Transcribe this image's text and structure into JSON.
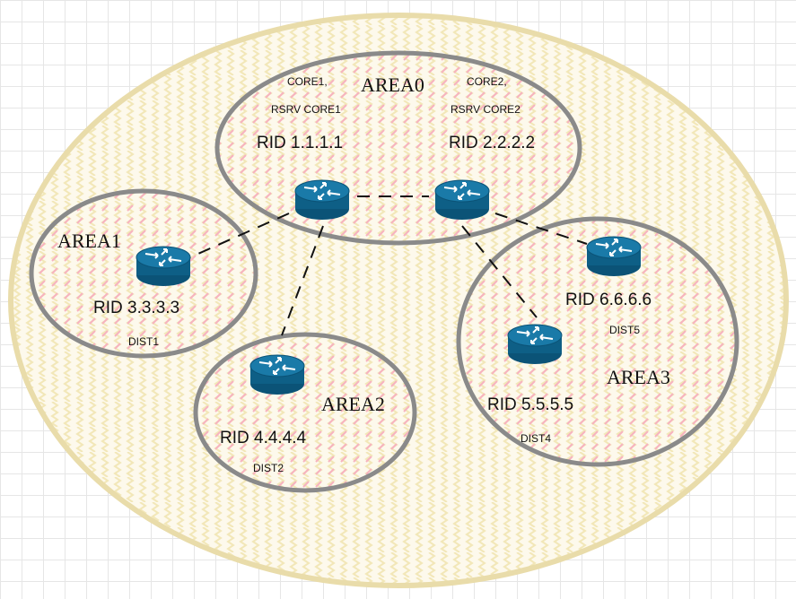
{
  "areas": {
    "area0": "AREA0",
    "area1": "AREA1",
    "area2": "AREA2",
    "area3": "AREA3"
  },
  "routers": {
    "core1": {
      "rid": "RID 1.1.1.1",
      "name": "CORE1,",
      "rsrv": "RSRV CORE1"
    },
    "core2": {
      "rid": "RID 2.2.2.2",
      "name": "CORE2,",
      "rsrv": "RSRV CORE2"
    },
    "dist1": {
      "rid": "RID 3.3.3.3",
      "name": "DIST1"
    },
    "dist2": {
      "rid": "RID 4.4.4.4",
      "name": "DIST2"
    },
    "dist4": {
      "rid": "RID 5.5.5.5",
      "name": "DIST4"
    },
    "dist5": {
      "rid": "RID 6.6.6.6",
      "name": "DIST5"
    }
  },
  "colors": {
    "outer_fill": "#fdf9ec",
    "outer_stroke": "#e9dcaa",
    "zigzag": "#f2e7b8",
    "hatch": "#f7b3bf",
    "area_stroke": "#8a8a8a",
    "router": "#0e5f86",
    "router_top": "#1a7aa8",
    "link": "#111111"
  }
}
